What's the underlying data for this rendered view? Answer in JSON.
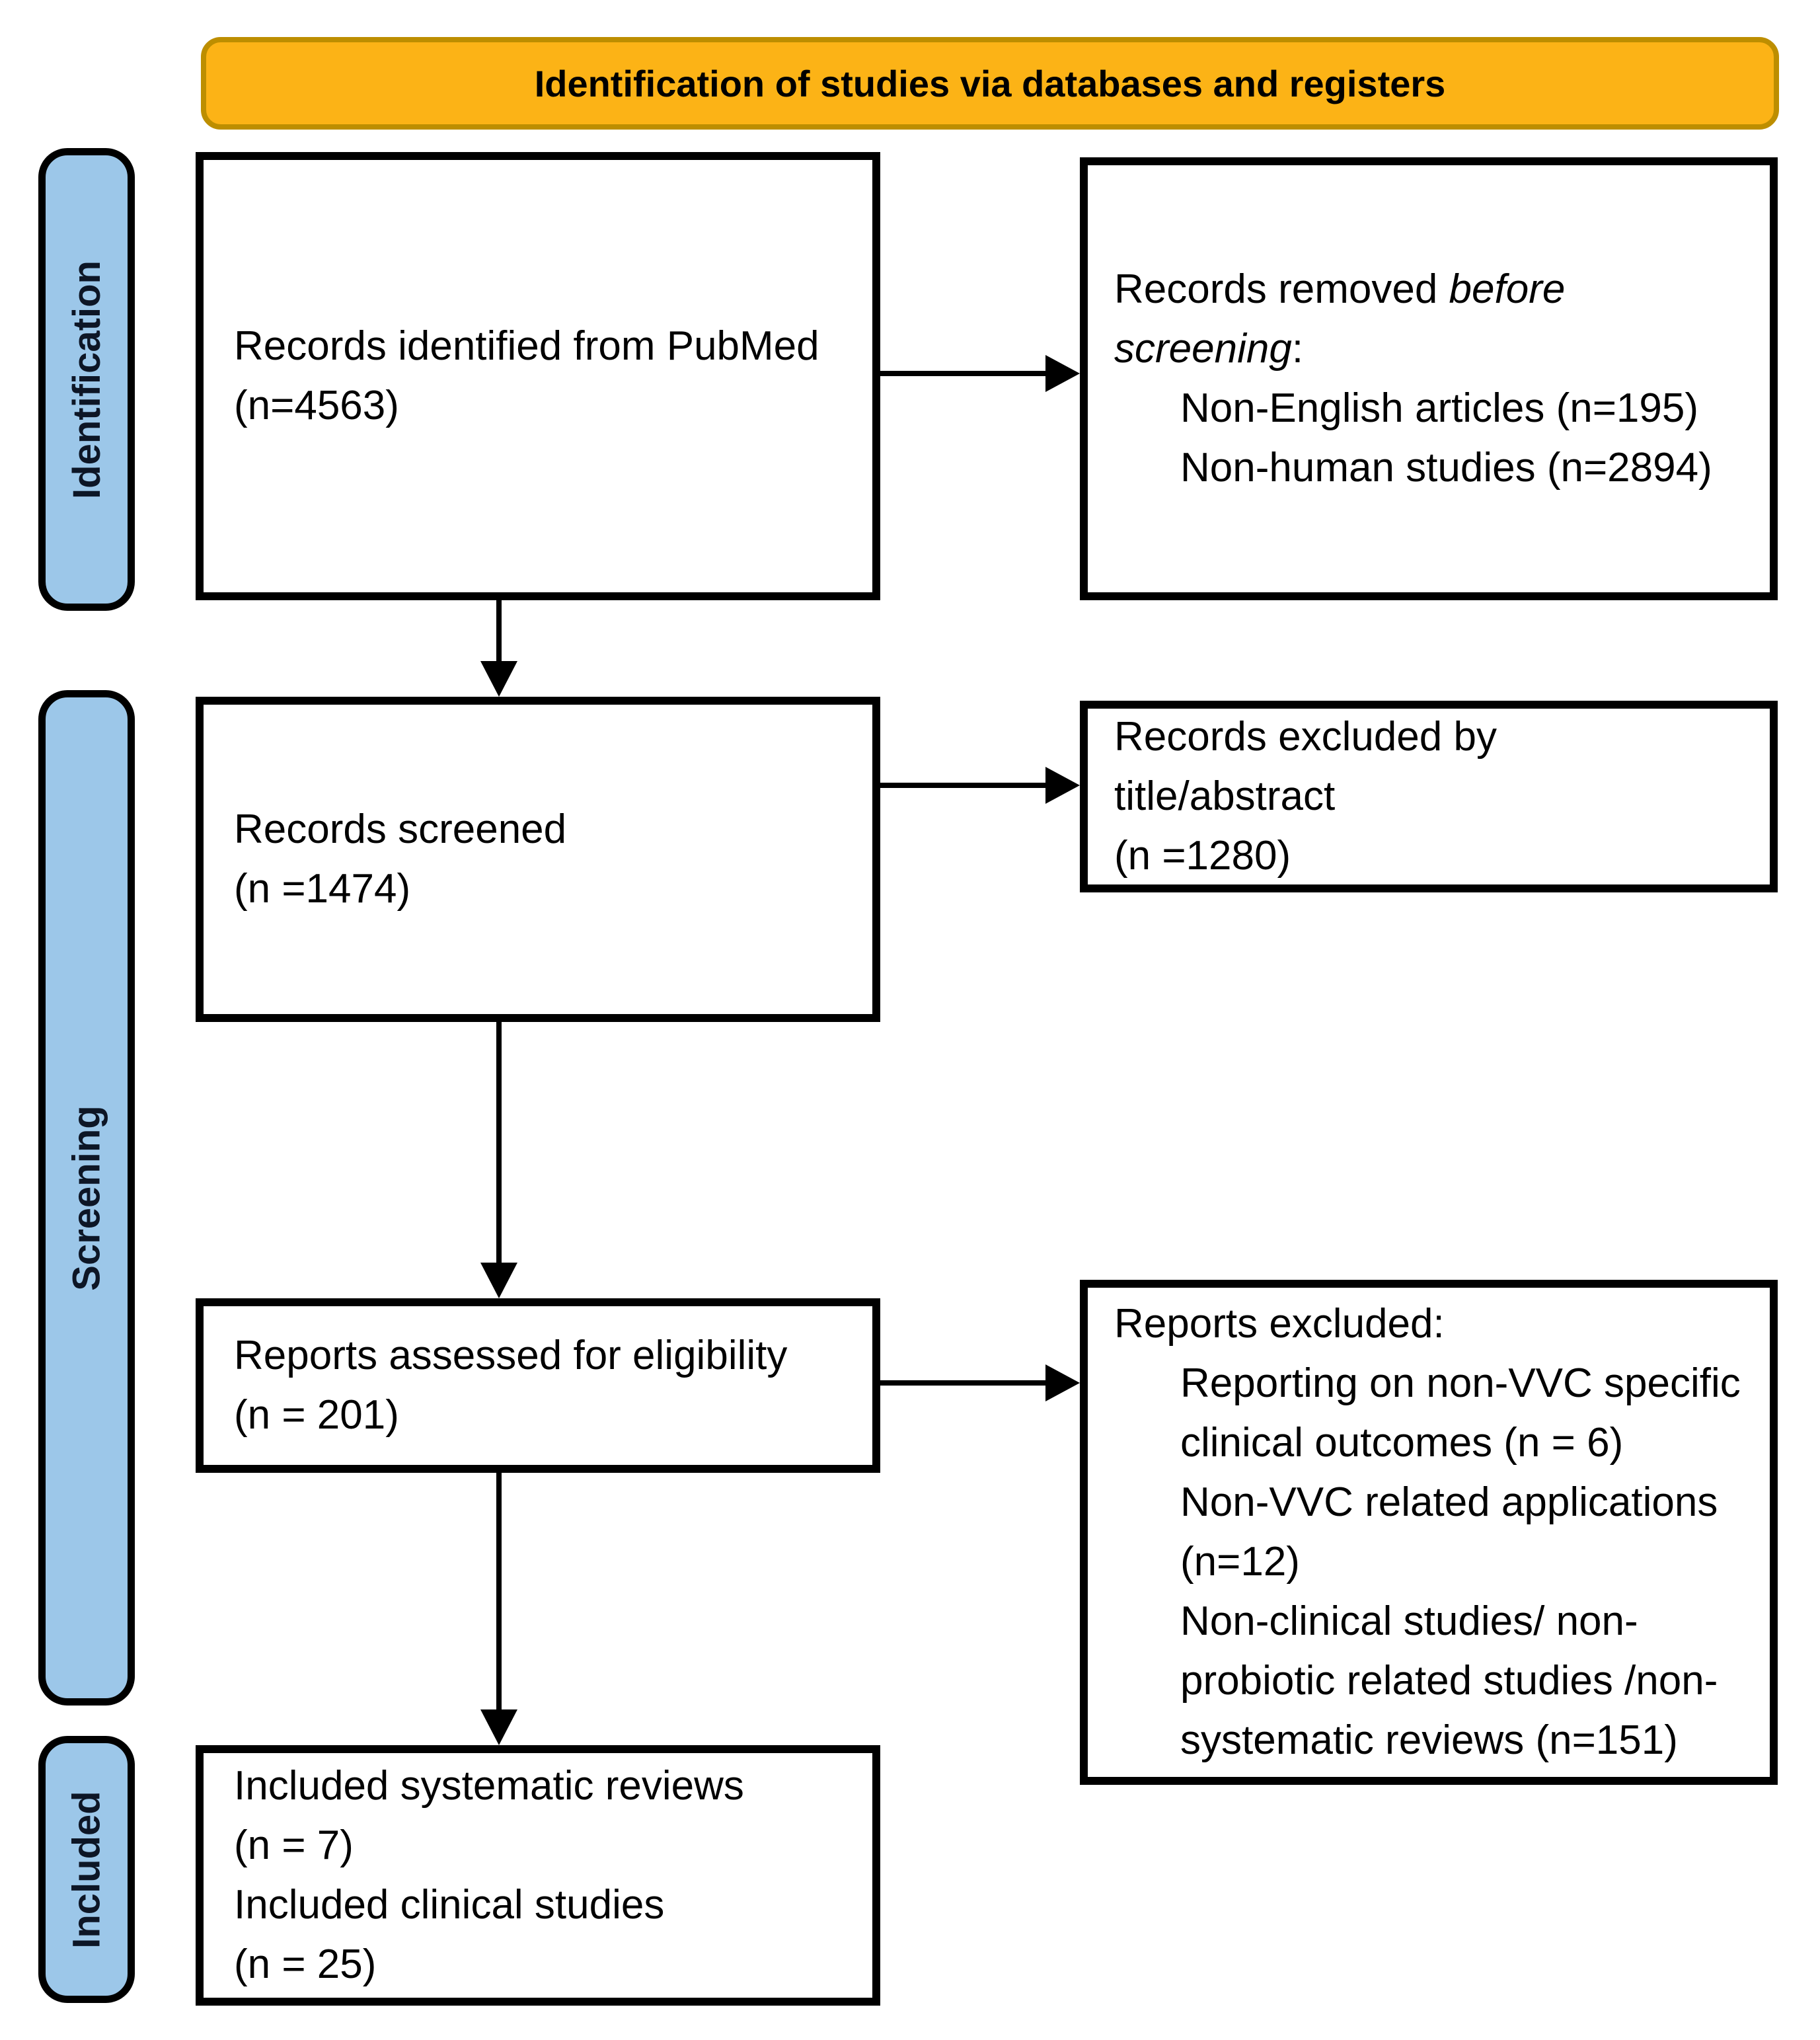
{
  "banner": {
    "title": "Identification of studies via databases and registers"
  },
  "sidebar": {
    "identification": "Identification",
    "screening": "Screening",
    "included": "Included"
  },
  "boxes": {
    "records_identified": {
      "line1": "Records identified from PubMed",
      "line2": "(n=4563)"
    },
    "records_removed": {
      "intro_normal": "Records removed ",
      "intro_italic1": "before",
      "intro_italic2": "screening",
      "intro_colon": ":",
      "item1": "Non-English articles (n=195)",
      "item2": "Non-human studies (n=2894)"
    },
    "records_screened": {
      "line1": "Records screened",
      "line2": "(n =1474)"
    },
    "records_excluded": {
      "line1": "Records excluded by",
      "line2": "title/abstract",
      "line3": "(n =1280)"
    },
    "reports_assessed": {
      "line1": "Reports assessed for eligibility",
      "line2": "(n = 201)"
    },
    "reports_excluded": {
      "intro": "Reports excluded:",
      "item1_line1": "Reporting on non-VVC specific",
      "item1_line2": "clinical outcomes (n = 6)",
      "item2_line1": "Non-VVC related applications",
      "item2_line2": "(n=12)",
      "item3_line1": "Non-clinical studies/ non-",
      "item3_line2": "probiotic related studies /non-",
      "item3_line3": "systematic reviews (n=151)"
    },
    "included_studies": {
      "line1": "Included systematic reviews",
      "line2": "(n = 7)",
      "line3": "Included clinical studies",
      "line4": "(n = 25)"
    }
  },
  "colors": {
    "banner_fill": "#FCB316",
    "banner_border": "#BD8E00",
    "stage_fill": "#9CC7E9",
    "stage_text": "#0D1626",
    "box_border": "#000000",
    "arrow": "#000000",
    "text": "#000000",
    "background": "#FFFFFF"
  }
}
